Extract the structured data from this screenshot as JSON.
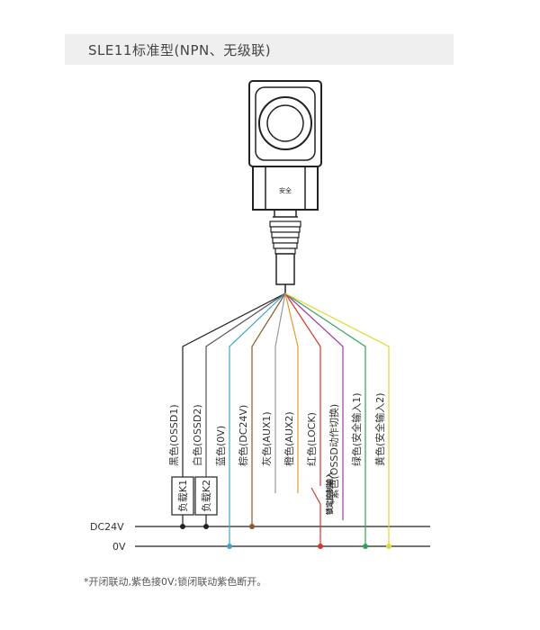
{
  "title": "SLE11标准型(NPN、无级联)",
  "sensor": {
    "badge_text": "安全"
  },
  "wires": [
    {
      "id": "black",
      "color": "#222222",
      "label": "黑色(OSSD1)"
    },
    {
      "id": "white",
      "color": "#555555",
      "label": "白色(OSSD2)"
    },
    {
      "id": "blue",
      "color": "#3aa6c8",
      "label": "蓝色(0V)"
    },
    {
      "id": "brown",
      "color": "#8a5a2b",
      "label": "棕色(DC24V)"
    },
    {
      "id": "gray",
      "color": "#9a9a9a",
      "label": "灰色(AUX1)"
    },
    {
      "id": "orange",
      "color": "#e39a2f",
      "label": "橙色(AUX2)"
    },
    {
      "id": "red",
      "color": "#d9342b",
      "label": "红色(LOCK)"
    },
    {
      "id": "purple",
      "color": "#a23aa6",
      "label": "*紫色(OSSD动作切换)"
    },
    {
      "id": "green",
      "color": "#2fa35b",
      "label": "绿色(安全输入1)"
    },
    {
      "id": "yellow",
      "color": "#e0d832",
      "label": "黄色(安全输入2)"
    }
  ],
  "loads": [
    {
      "label": "负载K1"
    },
    {
      "label": "负载K2"
    }
  ],
  "lock_input_label": "锁定控制输入",
  "buses": {
    "dc24v": "DC24V",
    "zero_v": "0V"
  },
  "footnote": "*开闭联动,紫色接0V;锁闭联动紫色断开。"
}
